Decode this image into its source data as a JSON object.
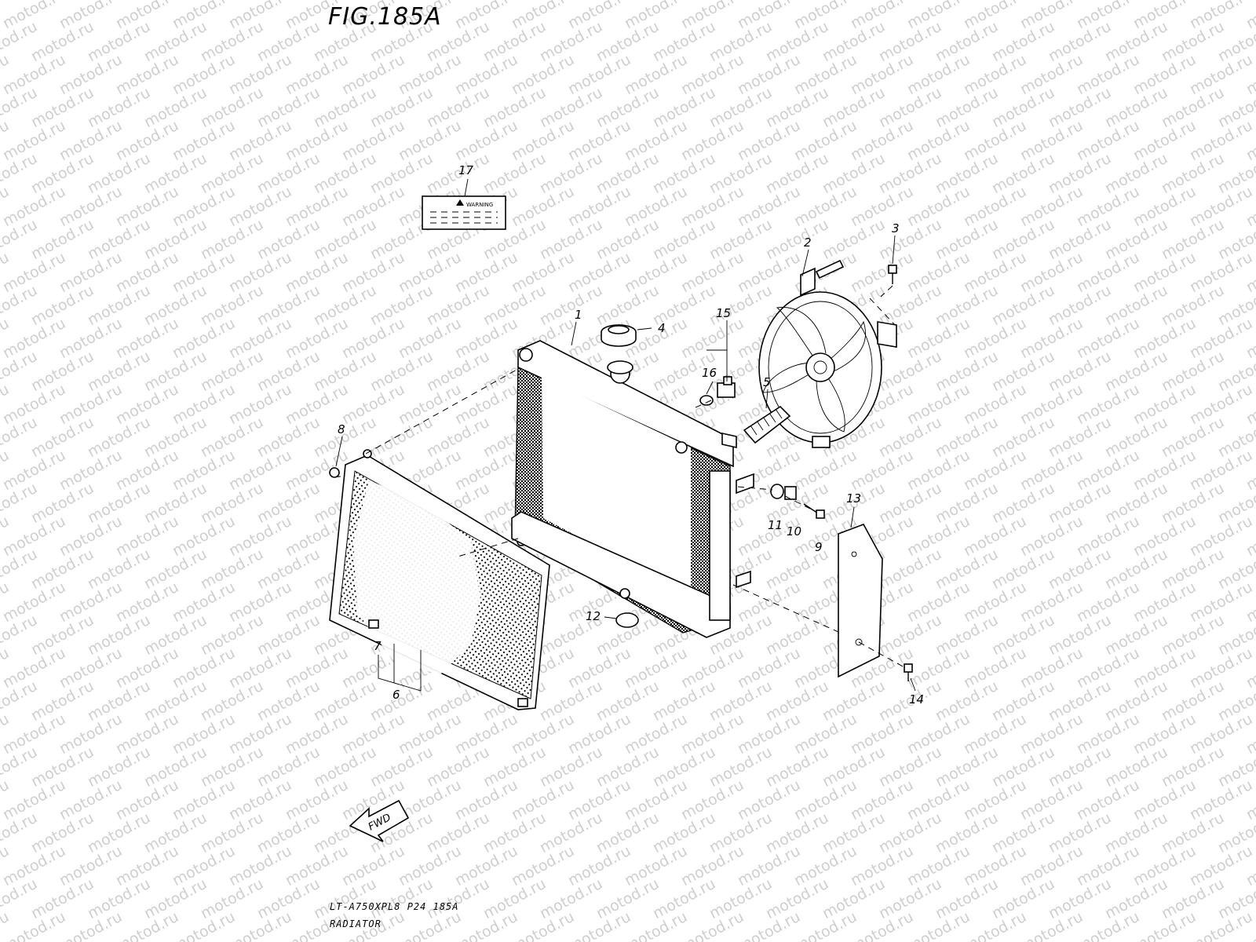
{
  "figure": {
    "title": "FIG.185A",
    "code": "LT-A750XPL8  P24  185A",
    "name": "RADIATOR"
  },
  "watermark_text": "motod.ru",
  "label_17": {
    "heading": "WARNING"
  },
  "fwd_arrow": {
    "text": "FWD"
  },
  "callouts": [
    "1",
    "2",
    "3",
    "4",
    "5",
    "6",
    "7",
    "8",
    "9",
    "10",
    "11",
    "12",
    "13",
    "14",
    "15",
    "16",
    "17"
  ]
}
